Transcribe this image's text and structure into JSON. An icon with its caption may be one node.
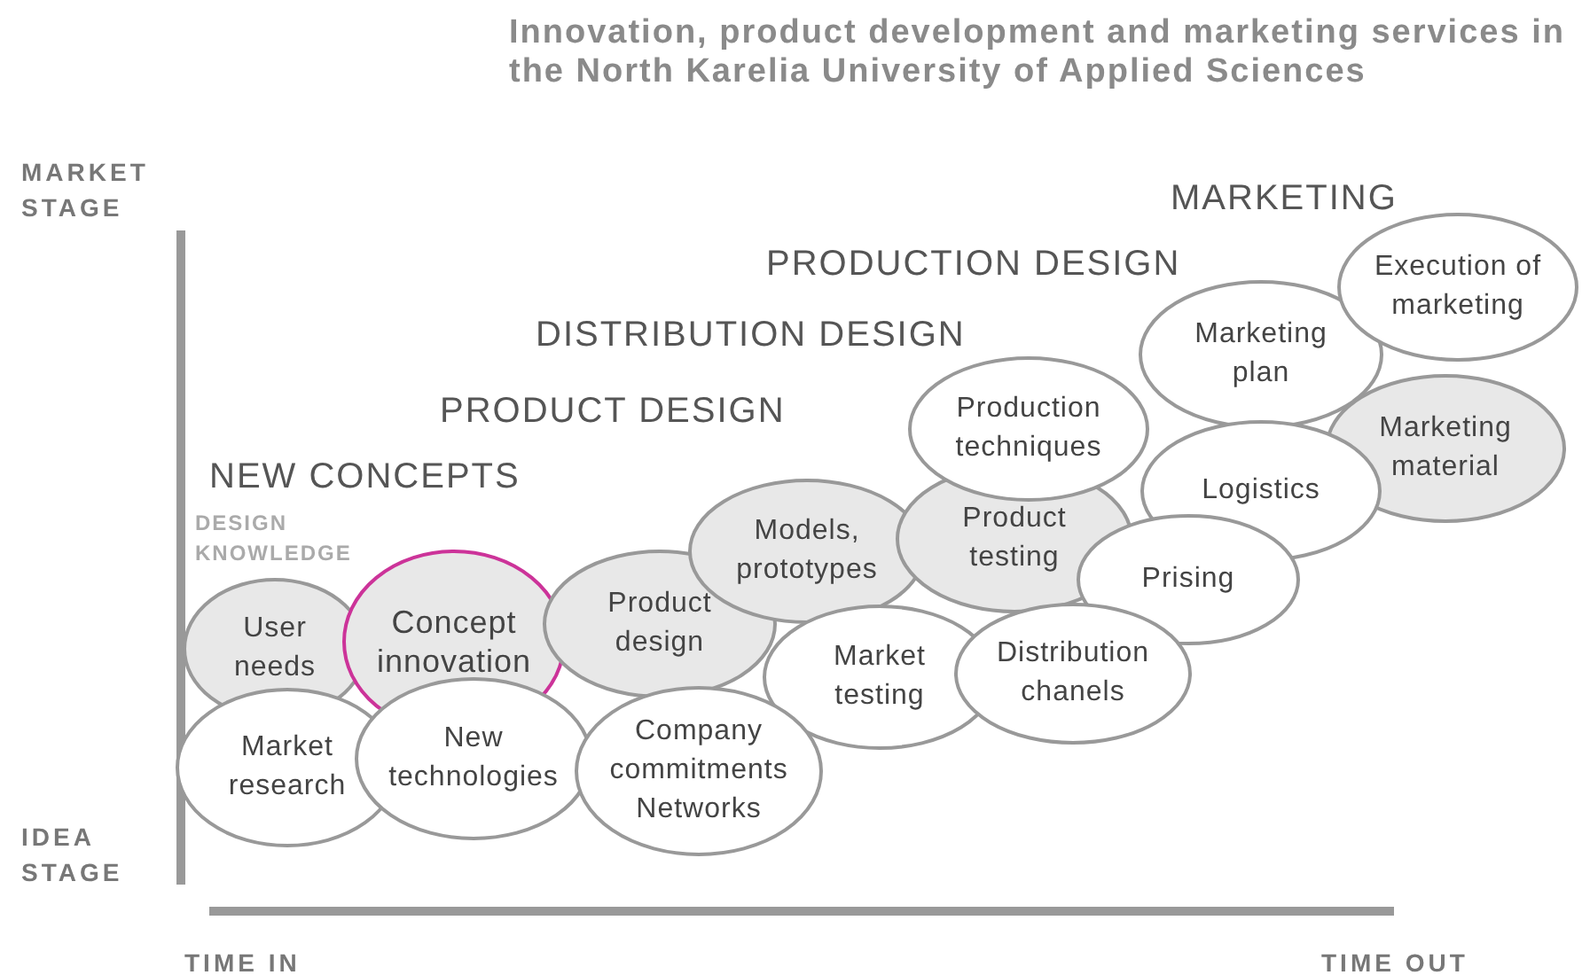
{
  "diagram": {
    "title": "Innovation, product development and marketing services in the North Karelia University of Applied Sciences",
    "nodes": [
      {
        "text": [
          "User needs"
        ]
      },
      {
        "text": [
          "Concept innovation"
        ]
      },
      {
        "text": [
          "Product design"
        ]
      },
      {
        "text": [
          "Models, prototypes"
        ]
      },
      {
        "text": [
          "Product testing"
        ]
      },
      {
        "text": [
          "Production techniques"
        ]
      },
      {
        "text": [
          "Marketing plan"
        ]
      },
      {
        "text": [
          "Execution of marketing"
        ]
      },
      {
        "text": [
          "Marketing material"
        ]
      },
      {
        "text": [
          "Logistics"
        ]
      },
      {
        "text": [
          "Prising"
        ]
      },
      {
        "text": [
          "Market testing"
        ]
      },
      {
        "text": [
          "Distribution chanels"
        ]
      },
      {
        "text": [
          "Market research"
        ]
      },
      {
        "text": [
          "New technologies"
        ]
      },
      {
        "text": [
          "Company commitments Networks"
        ]
      }
    ],
    "edges": [],
    "labels": [
      "MARKET STAGE",
      "MARKETING",
      "PRODUCTION DESIGN",
      "DISTRIBUTION DESIGN",
      "PRODUCT DESIGN",
      "NEW CONCEPTS",
      "DESIGN KNOWLEDGE",
      "IDEA STAGE",
      "TIME IN",
      "TIME OUT"
    ]
  }
}
